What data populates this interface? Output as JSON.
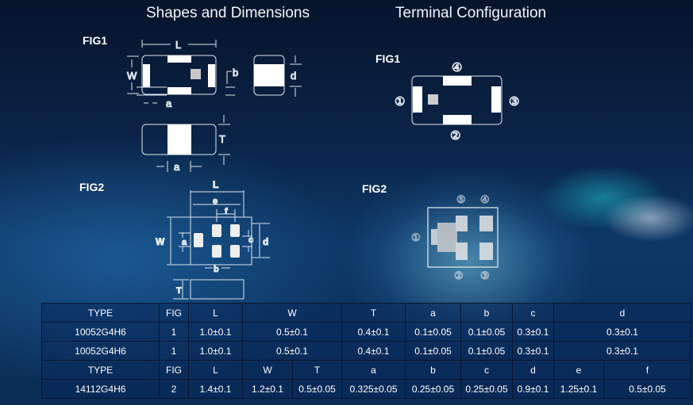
{
  "titles": {
    "shapes": "Shapes and Dimensions",
    "terminal": "Terminal Configuration"
  },
  "figures": {
    "fig1": "FIG1",
    "fig2": "FIG2"
  },
  "dim_labels": {
    "L": "L",
    "W": "W",
    "b": "b",
    "d": "d",
    "a": "a",
    "T": "T",
    "e": "e",
    "f": "f",
    "c": "c"
  },
  "terminals": {
    "t1": "①",
    "t2": "②",
    "t3": "③",
    "t4": "④",
    "t5": "⑤"
  },
  "table": {
    "header1": [
      "TYPE",
      "FIG",
      "L",
      "W",
      "T",
      "a",
      "b",
      "c",
      "d"
    ],
    "rows1": [
      [
        "10052G4H6",
        "1",
        "1.0±0.1",
        "0.5±0.1",
        "0.4±0.1",
        "0.1±0.05",
        "0.1±0.05",
        "0.3±0.1",
        "0.3±0.1"
      ],
      [
        "10052G4H6",
        "1",
        "1.0±0.1",
        "0.5±0.1",
        "0.4±0.1",
        "0.1±0.05",
        "0.1±0.05",
        "0.3±0.1",
        "0.3±0.1"
      ]
    ],
    "header2": [
      "TYPE",
      "FIG",
      "L",
      "W",
      "T",
      "a",
      "b",
      "c",
      "d",
      "e",
      "f"
    ],
    "rows2": [
      [
        "14112G4H6",
        "2",
        "1.4±0.1",
        "1.2±0.1",
        "0.5±0.05",
        "0.325±0.05",
        "0.25±0.05",
        "0.25±0.05",
        "0.9±0.1",
        "1.25±0.1",
        "0.5±0.05"
      ]
    ]
  }
}
